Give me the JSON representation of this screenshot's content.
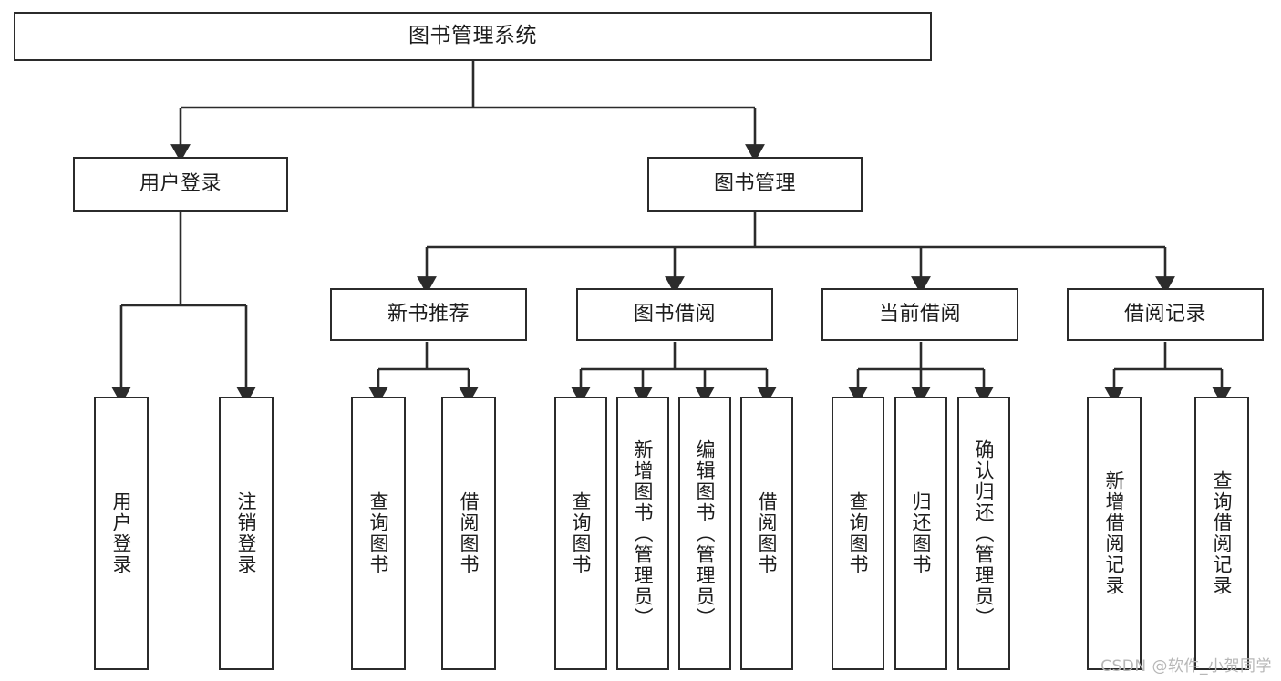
{
  "diagram": {
    "title": "图书管理系统",
    "type": "functional-structure-tree",
    "root": {
      "id": "root",
      "label": "图书管理系统"
    },
    "level2": [
      {
        "id": "user-login",
        "label": "用户登录"
      },
      {
        "id": "book-manage",
        "label": "图书管理"
      }
    ],
    "level3": [
      {
        "id": "new-book-recommend",
        "label": "新书推荐",
        "parent": "book-manage"
      },
      {
        "id": "book-borrow",
        "label": "图书借阅",
        "parent": "book-manage"
      },
      {
        "id": "current-borrow",
        "label": "当前借阅",
        "parent": "book-manage"
      },
      {
        "id": "borrow-record",
        "label": "借阅记录",
        "parent": "book-manage"
      }
    ],
    "leaves": {
      "user_login": [
        {
          "id": "leaf-user-login",
          "label": "用户登录"
        },
        {
          "id": "leaf-user-logout",
          "label": "注销登录"
        }
      ],
      "new_book_recommend": [
        {
          "id": "leaf-query-book-1",
          "label": "查询图书"
        },
        {
          "id": "leaf-borrow-book-1",
          "label": "借阅图书"
        }
      ],
      "book_borrow": [
        {
          "id": "leaf-query-book-2",
          "label": "查询图书"
        },
        {
          "id": "leaf-add-book",
          "label": "新增图书（管理员）"
        },
        {
          "id": "leaf-edit-book",
          "label": "编辑图书（管理员）"
        },
        {
          "id": "leaf-borrow-book-2",
          "label": "借阅图书"
        }
      ],
      "current_borrow": [
        {
          "id": "leaf-query-book-3",
          "label": "查询图书"
        },
        {
          "id": "leaf-return-book",
          "label": "归还图书"
        },
        {
          "id": "leaf-confirm-return",
          "label": "确认归还（管理员）"
        }
      ],
      "borrow_record": [
        {
          "id": "leaf-add-record",
          "label": "新增借阅记录"
        },
        {
          "id": "leaf-query-record",
          "label": "查询借阅记录"
        }
      ]
    }
  },
  "watermark": {
    "text": "CSDN @软件_小贺同学"
  },
  "colors": {
    "stroke": "#2b2b2b",
    "background": "#ffffff",
    "text": "#1d1d1d",
    "watermark": "#b7b7b7"
  }
}
